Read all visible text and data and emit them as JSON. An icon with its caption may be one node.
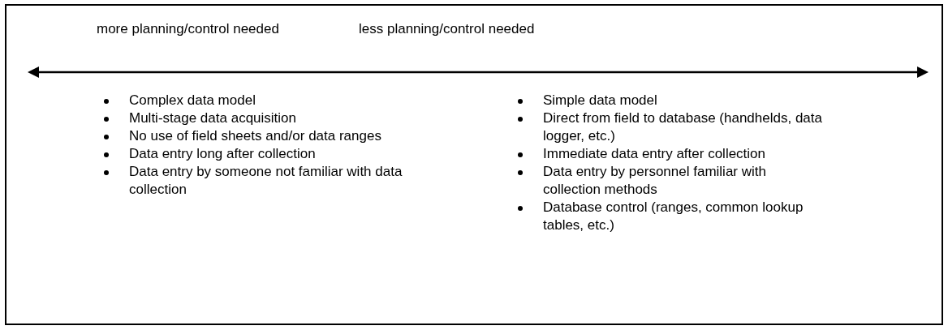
{
  "diagram": {
    "labels": [
      "more planning/control needed",
      "less planning/control needed",
      "Complex data model",
      "Multi-stage data acquisition",
      "No use of field sheets and/or data ranges",
      "Data entry long after collection",
      "Data entry by someone not familiar with data collection",
      "Simple data model",
      "Direct from field to database (handhelds, data logger, etc.)",
      "Immediate data entry after collection",
      "Data entry by personnel familiar with collection methods",
      "Database control (ranges, common lookup tables, etc.)"
    ]
  }
}
